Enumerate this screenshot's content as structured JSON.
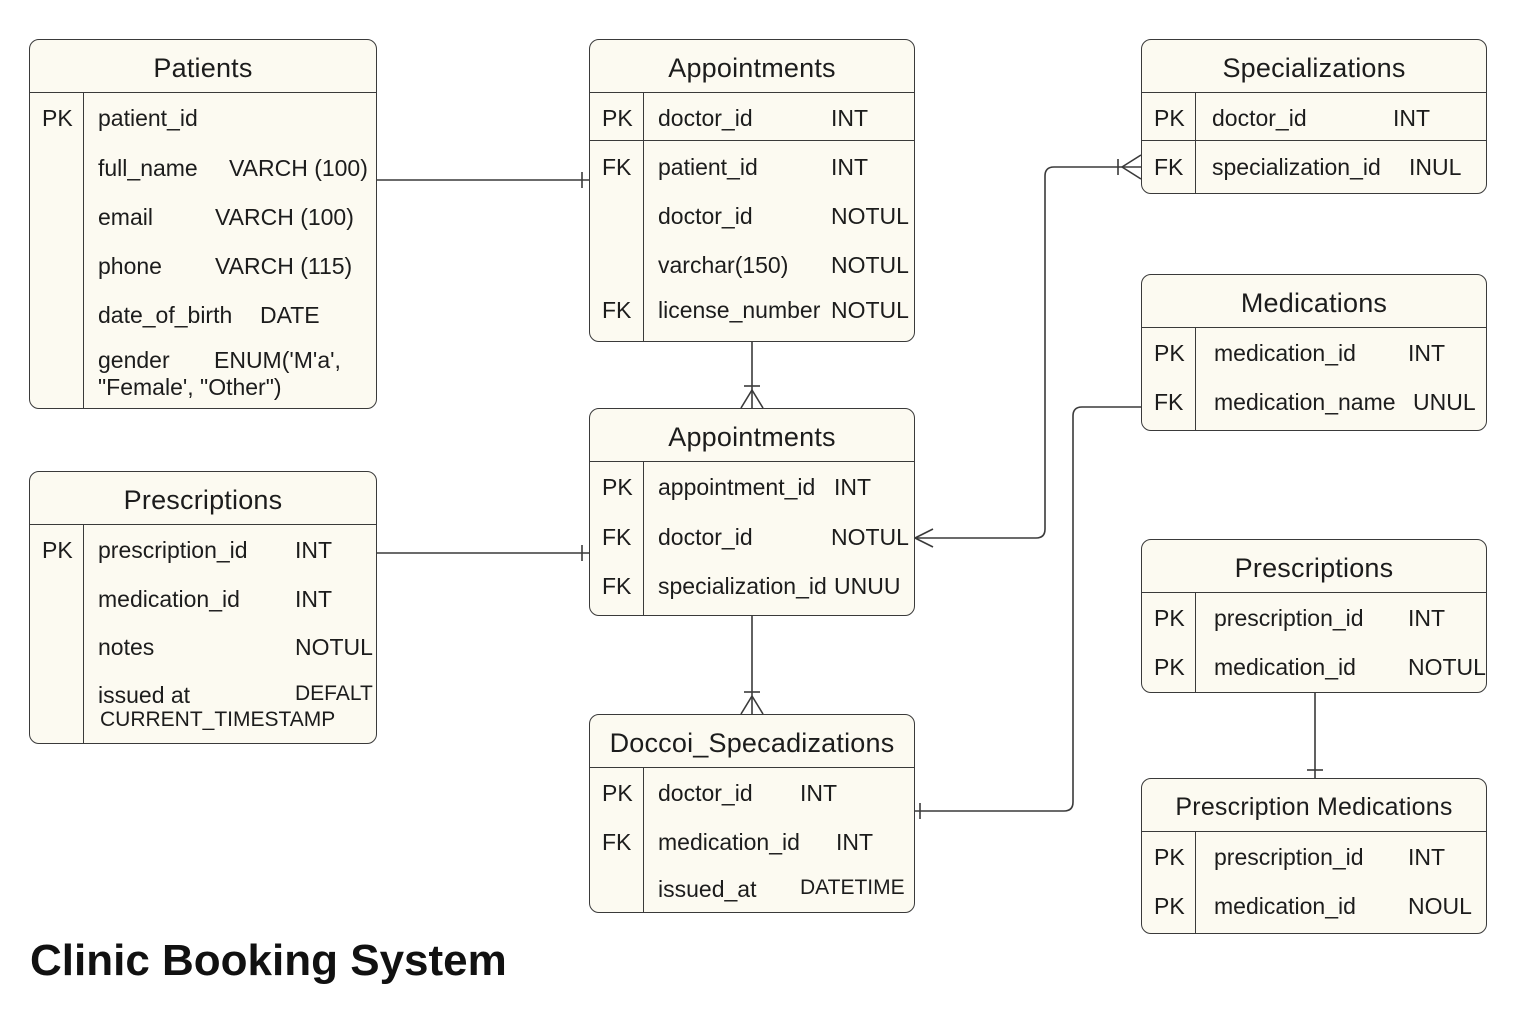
{
  "diagram_title": "Clinic Booking System",
  "colors": {
    "stroke": "#3a3a3a",
    "fill": "#fcfaf1",
    "text": "#1c1c1c"
  },
  "entities": {
    "patients": {
      "title": "Patients",
      "rows": [
        {
          "key": "PK",
          "name": "patient_id",
          "type": ""
        },
        {
          "key": "",
          "name": "full_name",
          "type": "VARCH (100)"
        },
        {
          "key": "",
          "name": "email",
          "type": "VARCH (100)"
        },
        {
          "key": "",
          "name": "phone",
          "type": "VARCH (115)"
        },
        {
          "key": "",
          "name": "date_of_birth",
          "type": "DATE"
        },
        {
          "key": "",
          "name": "gender",
          "type": "ENUM('M'a',",
          "type_cont": "\"Female', \"Other\")"
        }
      ]
    },
    "appointments_top": {
      "title": "Appointments",
      "rows": [
        {
          "key": "PK",
          "name": "doctor_id",
          "type": "INT"
        },
        {
          "key": "FK",
          "name": "patient_id",
          "type": "INT"
        },
        {
          "key": "",
          "name": "doctor_id",
          "type": "NOTUL"
        },
        {
          "key": "",
          "name": "varchar(150)",
          "type": "NOTUL"
        },
        {
          "key": "FK",
          "name": "license_number",
          "type": "NOTUL"
        }
      ]
    },
    "specializations": {
      "title": "Specializations",
      "rows": [
        {
          "key": "PK",
          "name": "doctor_id",
          "type": "INT"
        },
        {
          "key": "FK",
          "name": "specialization_id",
          "type": "INUL"
        }
      ]
    },
    "medications": {
      "title": "Medications",
      "rows": [
        {
          "key": "PK",
          "name": "medication_id",
          "type": "INT"
        },
        {
          "key": "FK",
          "name": "medication_name",
          "type": "UNUL"
        }
      ]
    },
    "appointments_mid": {
      "title": "Appointments",
      "rows": [
        {
          "key": "PK",
          "name": "appointment_id",
          "type": "INT"
        },
        {
          "key": "FK",
          "name": "doctor_id",
          "type": "NOTUL"
        },
        {
          "key": "FK",
          "name": "specialization_id",
          "type": "UNUU"
        }
      ]
    },
    "prescriptions_left": {
      "title": "Prescriptions",
      "rows": [
        {
          "key": "PK",
          "name": "prescription_id",
          "type": "INT"
        },
        {
          "key": "",
          "name": "medication_id",
          "type": "INT"
        },
        {
          "key": "",
          "name": "notes",
          "type": "NOTUL"
        },
        {
          "key": "",
          "name": "issued at",
          "type": "DEFALT",
          "type_cont": "CURRENT_TIMESTAMP"
        }
      ]
    },
    "doctor_specializations": {
      "title": "Doccoi_Specadizations",
      "rows": [
        {
          "key": "PK",
          "name": "doctor_id",
          "type": "INT"
        },
        {
          "key": "FK",
          "name": "medication_id",
          "type": "INT"
        },
        {
          "key": "",
          "name": "issued_at",
          "type": "DATETIME"
        }
      ]
    },
    "prescriptions_right": {
      "title": "Prescriptions",
      "rows": [
        {
          "key": "PK",
          "name": "prescription_id",
          "type": "INT"
        },
        {
          "key": "PK",
          "name": "medication_id",
          "type": "NOTUL"
        }
      ]
    },
    "prescription_medications": {
      "title": "Prescription Medications",
      "rows": [
        {
          "key": "PK",
          "name": "prescription_id",
          "type": "INT"
        },
        {
          "key": "PK",
          "name": "medication_id",
          "type": "NOUL"
        }
      ]
    }
  }
}
